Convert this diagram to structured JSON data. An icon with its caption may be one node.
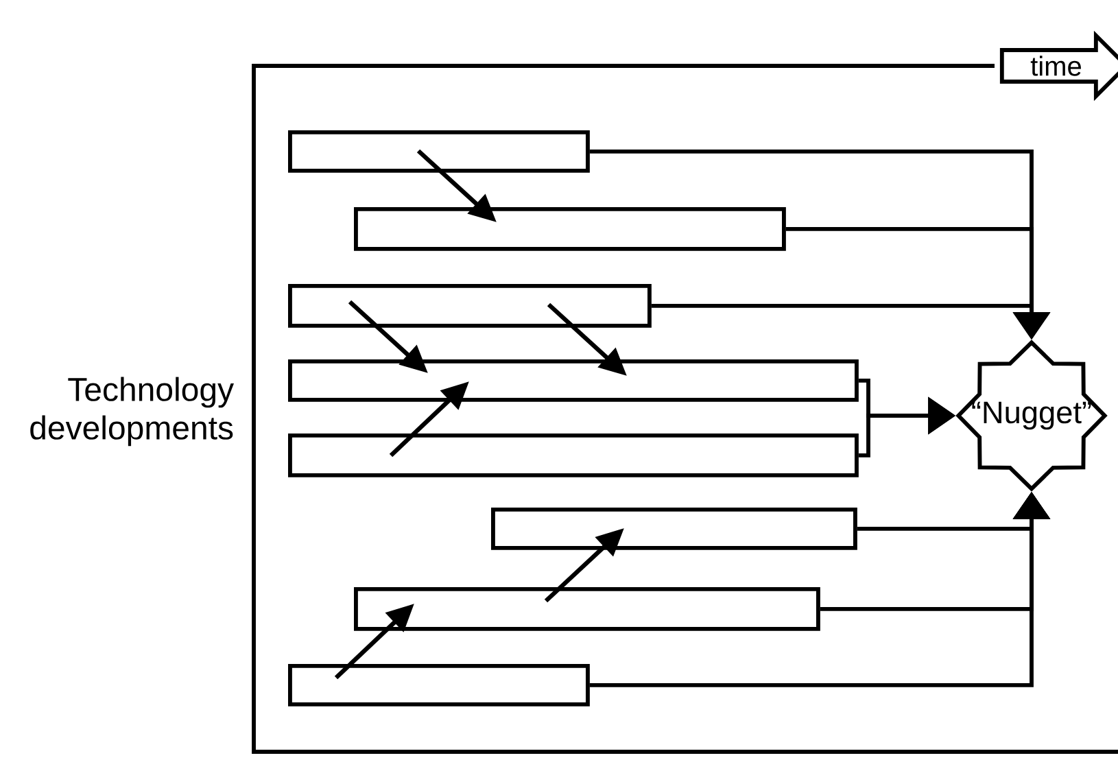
{
  "diagram": {
    "nodes": [
      {
        "text": [],
        "shape": "bar"
      },
      {
        "text": [],
        "shape": "bar"
      },
      {
        "text": [],
        "shape": "bar"
      },
      {
        "text": [],
        "shape": "bar"
      },
      {
        "text": [],
        "shape": "bar"
      },
      {
        "text": [],
        "shape": "bar"
      },
      {
        "text": [],
        "shape": "bar"
      },
      {
        "text": [],
        "shape": "bar"
      },
      {
        "text": [
          "“Nugget”"
        ]
      },
      {
        "text": [
          "time"
        ]
      }
    ],
    "edges": [
      {
        "from": 0,
        "to": 1,
        "arrow": "to"
      },
      {
        "from": 2,
        "to": 3,
        "arrow": "to"
      },
      {
        "from": 2,
        "to": 3,
        "arrow": "to"
      },
      {
        "from": 4,
        "to": 3,
        "arrow": "to"
      },
      {
        "from": 6,
        "to": 5,
        "arrow": "to"
      },
      {
        "from": 7,
        "to": 6,
        "arrow": "to"
      },
      {
        "from": 0,
        "to": 8,
        "arrow": "to"
      },
      {
        "from": 1,
        "to": 8,
        "arrow": "to"
      },
      {
        "from": 2,
        "to": 8,
        "arrow": "to"
      },
      {
        "from": 3,
        "to": 8,
        "arrow": "to"
      },
      {
        "from": 4,
        "to": 8,
        "arrow": "to"
      },
      {
        "from": 5,
        "to": 8,
        "arrow": "to"
      },
      {
        "from": 6,
        "to": 8,
        "arrow": "to"
      },
      {
        "from": 7,
        "to": 8,
        "arrow": "to"
      }
    ],
    "labels": [
      "Technology developments"
    ]
  }
}
